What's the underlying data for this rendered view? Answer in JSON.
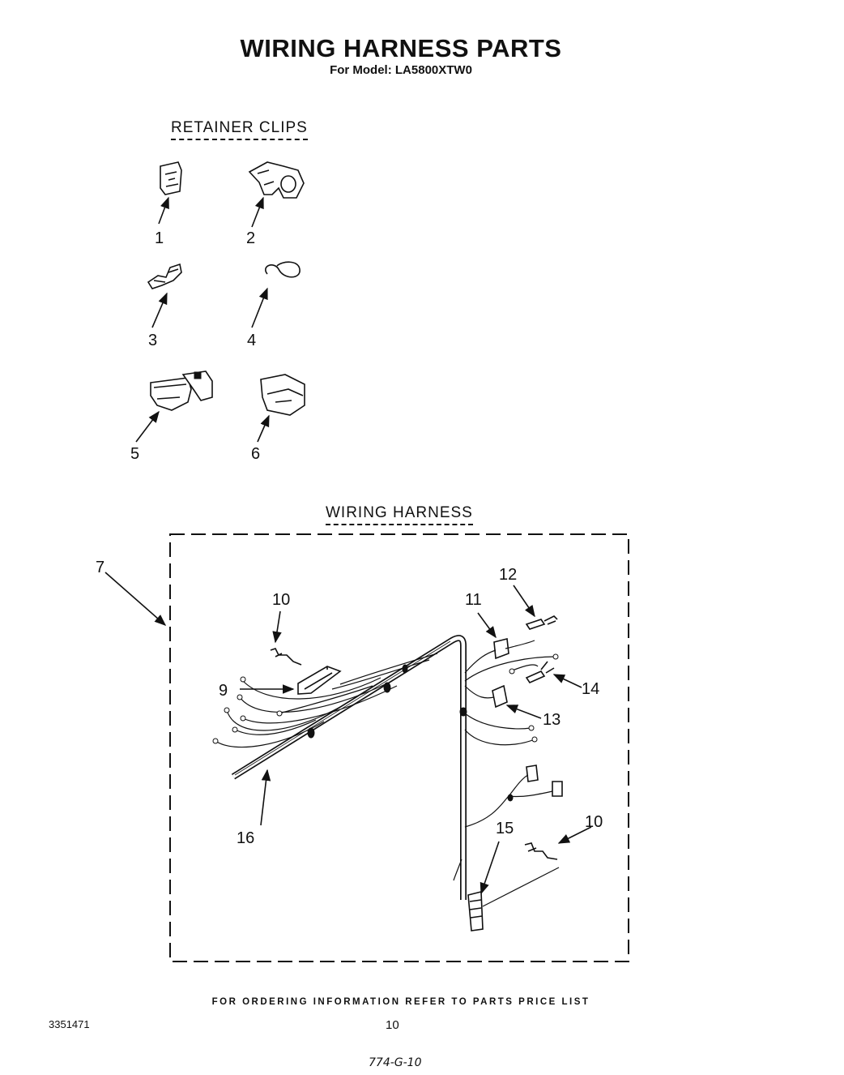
{
  "title": "WIRING HARNESS PARTS",
  "subtitle": "For Model: LA5800XTW0",
  "sections": {
    "retainer_clips": "RETAINER CLIPS",
    "wiring_harness": "WIRING HARNESS"
  },
  "callouts": {
    "c1": "1",
    "c2": "2",
    "c3": "3",
    "c4": "4",
    "c5": "5",
    "c6": "6",
    "c7": "7",
    "c9": "9",
    "c10a": "10",
    "c10b": "10",
    "c11": "11",
    "c12": "12",
    "c13": "13",
    "c14": "14",
    "c15": "15",
    "c16": "16"
  },
  "footer": {
    "ordering_note": "FOR ORDERING INFORMATION REFER TO PARTS PRICE LIST",
    "doc_number": "3351471",
    "page_number": "10",
    "handwritten": "774-G-10"
  }
}
